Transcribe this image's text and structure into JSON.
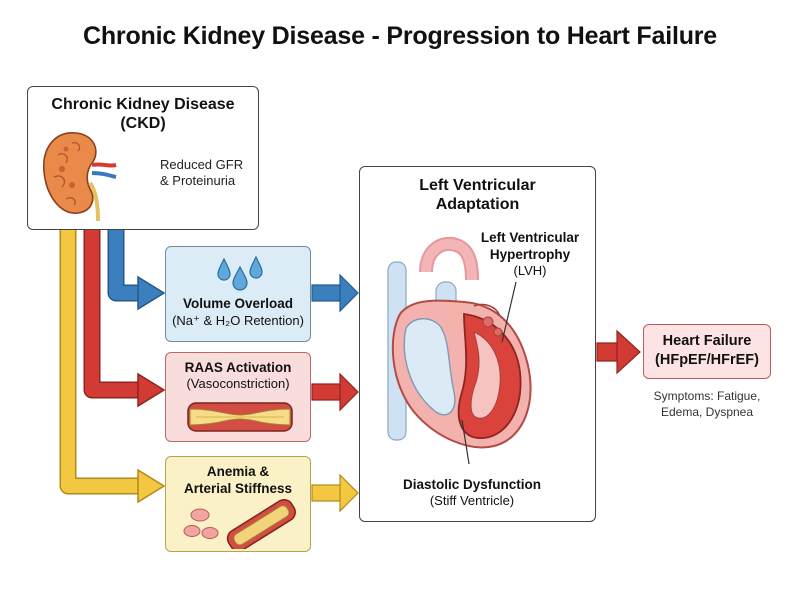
{
  "title": "Chronic Kidney Disease - Progression to Heart Failure",
  "ckd": {
    "title_line1": "Chronic Kidney Disease",
    "title_line2": "(CKD)",
    "note_line1": "Reduced GFR",
    "note_line2": "& Proteinuria",
    "icon": "kidney-icon"
  },
  "pathways": [
    {
      "title_line1": "Volume Overload",
      "title_line2": "",
      "subtitle": "(Na⁺ & H₂O Retention)",
      "icon": "water-drops-icon",
      "color": "#3b7fbf"
    },
    {
      "title_line1": "RAAS Activation",
      "title_line2": "",
      "subtitle": "(Vasoconstriction)",
      "icon": "constricted-vessel-icon",
      "color": "#d23a34"
    },
    {
      "title_line1": "Anemia &",
      "title_line2": "Arterial Stiffness",
      "subtitle": "",
      "icon": "blood-cells-vessel-icon",
      "color": "#f2c43c"
    }
  ],
  "lv": {
    "title_line1": "Left Ventricular",
    "title_line2": "Adaptation",
    "lvh_line1": "Left Ventricular",
    "lvh_line2": "Hypertrophy",
    "lvh_line3": "(LVH)",
    "dd_line1": "Diastolic Dysfunction",
    "dd_line2": "(Stiff Ventricle)",
    "icon": "heart-icon"
  },
  "outcome": {
    "title_line1": "Heart Failure",
    "title_line2": "(HFpEF/HFrEF)",
    "symptoms_line1": "Symptoms: Fatigue,",
    "symptoms_line2": "Edema, Dyspnea",
    "color": "#d23a34"
  }
}
